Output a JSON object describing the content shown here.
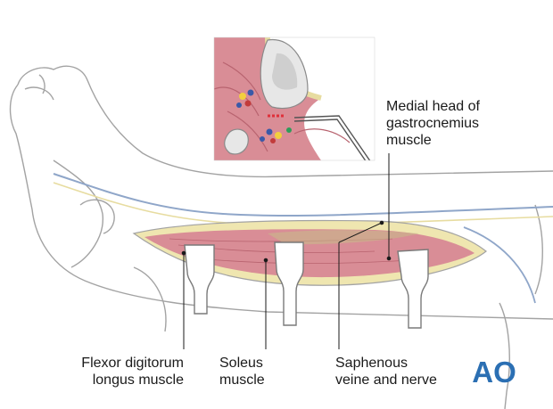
{
  "labels": {
    "medial_head": "Medial head of\ngastrocnemius\nmuscle",
    "flexor": "Flexor digitorum\nlongus muscle",
    "soleus": "Soleus\nmuscle",
    "saphenous": "Saphenous\nveine and nerve"
  },
  "logo": {
    "text": "AO"
  },
  "colors": {
    "outline": "#9a9a9a",
    "muscle": "#d98d96",
    "muscle_dark": "#c96f7b",
    "fat": "#efe6b0",
    "vein": "#8fa6c9",
    "retractor": "#ffffff",
    "logo": "#2b6fb3"
  }
}
